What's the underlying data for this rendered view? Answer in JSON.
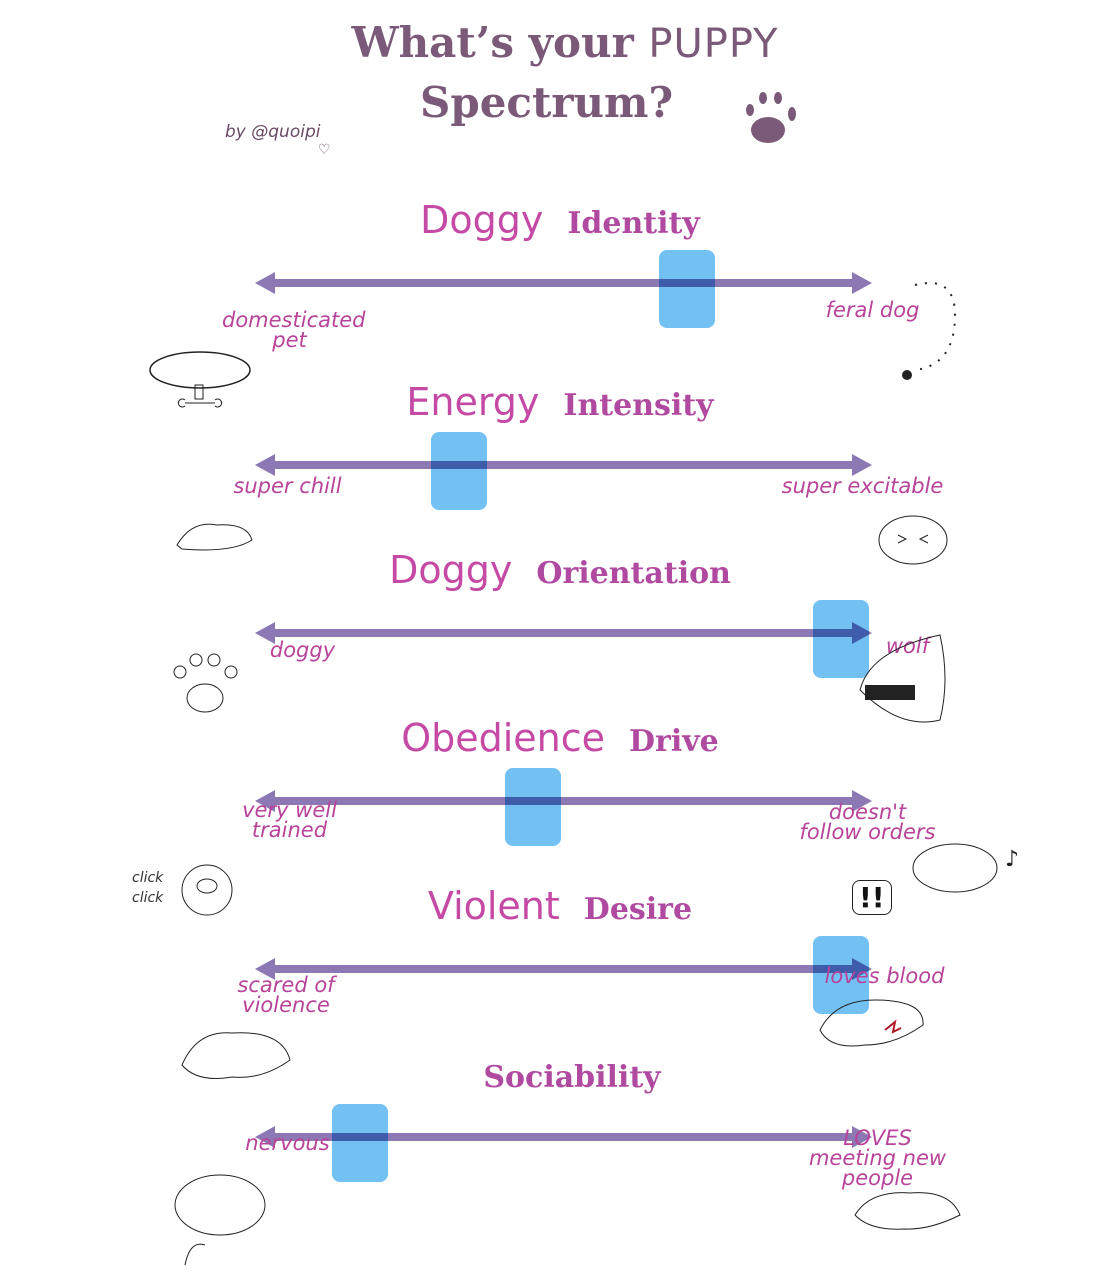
{
  "header": {
    "title_part1": "What’s your",
    "title_part2": "PUPPY",
    "title_line2": "Spectrum?",
    "byline": "by @quoipi",
    "icon": "paw-icon"
  },
  "colors": {
    "arrow": "#8c79b3",
    "marker": "#50b2f0",
    "title": "#7a5a78",
    "accent": "#c54aa6"
  },
  "spectra": [
    {
      "title_a": "Doggy",
      "title_b": "Identity",
      "left": "domesticated pet",
      "right": "feral dog",
      "value": 0.7
    },
    {
      "title_a": "Energy",
      "title_b": "Intensity",
      "left": "super chill",
      "right": "super excitable",
      "value": 0.33
    },
    {
      "title_a": "Doggy",
      "title_b": "Orientation",
      "left": "doggy",
      "right": "wolf",
      "value": 0.95
    },
    {
      "title_a": "Obedience",
      "title_b": "Drive",
      "left": "very well trained",
      "right": "doesn't follow orders",
      "value": 0.45
    },
    {
      "title_a": "Violent",
      "title_b": "Desire",
      "left": "scared of violence",
      "right": "loves blood",
      "value": 0.95
    },
    {
      "title_a": "",
      "title_b": "Sociability",
      "left": "nervous",
      "right": "LOVES meeting new people",
      "value": 0.17
    }
  ],
  "doodles": {
    "click_text": "click click",
    "exclaim": "!!"
  }
}
